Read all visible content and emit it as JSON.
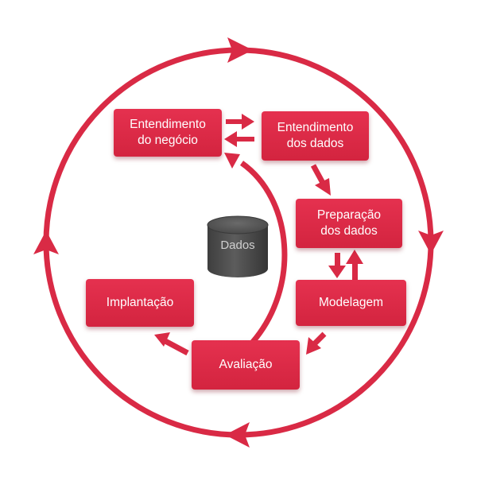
{
  "diagram": {
    "steps": {
      "business_understanding": "Entendimento\ndo negócio",
      "data_understanding": "Entendimento\ndos dados",
      "data_preparation": "Preparação\ndos dados",
      "modeling": "Modelagem",
      "evaluation": "Avaliação",
      "deployment": "Implantação"
    },
    "center_label": "Dados"
  },
  "colors": {
    "accent": "#d92a45",
    "database": "#4a4a4a"
  }
}
